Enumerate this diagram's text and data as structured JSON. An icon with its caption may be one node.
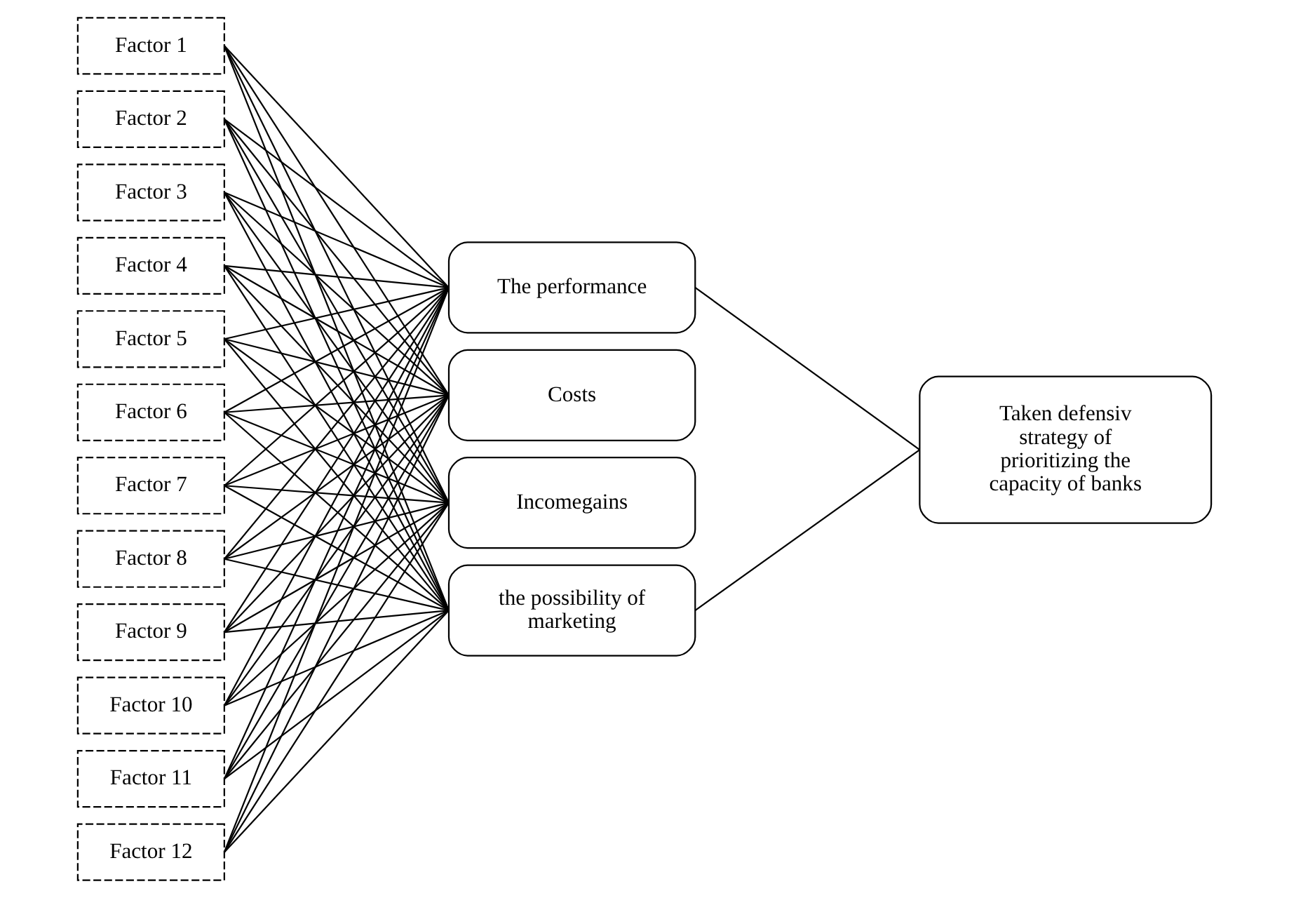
{
  "diagram": {
    "nodes": [
      {
        "text": [
          "Factor 1"
        ]
      },
      {
        "text": [
          "Factor 2"
        ]
      },
      {
        "text": [
          "Factor 3"
        ]
      },
      {
        "text": [
          "Factor 4"
        ]
      },
      {
        "text": [
          "Factor 5"
        ]
      },
      {
        "text": [
          "Factor 6"
        ]
      },
      {
        "text": [
          "Factor 7"
        ]
      },
      {
        "text": [
          "Factor 8"
        ]
      },
      {
        "text": [
          "Factor 9"
        ]
      },
      {
        "text": [
          "Factor 10"
        ]
      },
      {
        "text": [
          "Factor 11"
        ]
      },
      {
        "text": [
          "Factor 12"
        ]
      },
      {
        "text": [
          "The performance"
        ]
      },
      {
        "text": [
          "Costs"
        ]
      },
      {
        "text": [
          "Incomegains"
        ]
      },
      {
        "text": [
          "the possibility of marketing"
        ]
      },
      {
        "text": [
          "Taken defensiv strategy of prioritizing the capacity of banks"
        ]
      }
    ],
    "edges": [
      {
        "from": 0,
        "to": 12,
        "arrow": "none"
      },
      {
        "from": 0,
        "to": 13,
        "arrow": "none"
      },
      {
        "from": 0,
        "to": 14,
        "arrow": "none"
      },
      {
        "from": 0,
        "to": 15,
        "arrow": "none"
      },
      {
        "from": 1,
        "to": 12,
        "arrow": "none"
      },
      {
        "from": 1,
        "to": 13,
        "arrow": "none"
      },
      {
        "from": 1,
        "to": 14,
        "arrow": "none"
      },
      {
        "from": 1,
        "to": 15,
        "arrow": "none"
      },
      {
        "from": 2,
        "to": 12,
        "arrow": "none"
      },
      {
        "from": 2,
        "to": 13,
        "arrow": "none"
      },
      {
        "from": 2,
        "to": 14,
        "arrow": "none"
      },
      {
        "from": 2,
        "to": 15,
        "arrow": "none"
      },
      {
        "from": 3,
        "to": 12,
        "arrow": "none"
      },
      {
        "from": 3,
        "to": 13,
        "arrow": "none"
      },
      {
        "from": 3,
        "to": 14,
        "arrow": "none"
      },
      {
        "from": 3,
        "to": 15,
        "arrow": "none"
      },
      {
        "from": 4,
        "to": 12,
        "arrow": "none"
      },
      {
        "from": 4,
        "to": 13,
        "arrow": "none"
      },
      {
        "from": 4,
        "to": 14,
        "arrow": "none"
      },
      {
        "from": 4,
        "to": 15,
        "arrow": "none"
      },
      {
        "from": 5,
        "to": 12,
        "arrow": "none"
      },
      {
        "from": 5,
        "to": 13,
        "arrow": "none"
      },
      {
        "from": 5,
        "to": 14,
        "arrow": "none"
      },
      {
        "from": 5,
        "to": 15,
        "arrow": "none"
      },
      {
        "from": 6,
        "to": 12,
        "arrow": "none"
      },
      {
        "from": 6,
        "to": 13,
        "arrow": "none"
      },
      {
        "from": 6,
        "to": 14,
        "arrow": "none"
      },
      {
        "from": 6,
        "to": 15,
        "arrow": "none"
      },
      {
        "from": 7,
        "to": 12,
        "arrow": "none"
      },
      {
        "from": 7,
        "to": 13,
        "arrow": "none"
      },
      {
        "from": 7,
        "to": 14,
        "arrow": "none"
      },
      {
        "from": 7,
        "to": 15,
        "arrow": "none"
      },
      {
        "from": 8,
        "to": 12,
        "arrow": "none"
      },
      {
        "from": 8,
        "to": 13,
        "arrow": "none"
      },
      {
        "from": 8,
        "to": 14,
        "arrow": "none"
      },
      {
        "from": 8,
        "to": 15,
        "arrow": "none"
      },
      {
        "from": 9,
        "to": 12,
        "arrow": "none"
      },
      {
        "from": 9,
        "to": 13,
        "arrow": "none"
      },
      {
        "from": 9,
        "to": 14,
        "arrow": "none"
      },
      {
        "from": 9,
        "to": 15,
        "arrow": "none"
      },
      {
        "from": 10,
        "to": 12,
        "arrow": "none"
      },
      {
        "from": 10,
        "to": 13,
        "arrow": "none"
      },
      {
        "from": 10,
        "to": 14,
        "arrow": "none"
      },
      {
        "from": 10,
        "to": 15,
        "arrow": "none"
      },
      {
        "from": 11,
        "to": 12,
        "arrow": "none"
      },
      {
        "from": 11,
        "to": 13,
        "arrow": "none"
      },
      {
        "from": 11,
        "to": 14,
        "arrow": "none"
      },
      {
        "from": 11,
        "to": 15,
        "arrow": "none"
      },
      {
        "from": 12,
        "to": 16,
        "arrow": "none"
      },
      {
        "from": 15,
        "to": 16,
        "arrow": "none"
      }
    ]
  }
}
